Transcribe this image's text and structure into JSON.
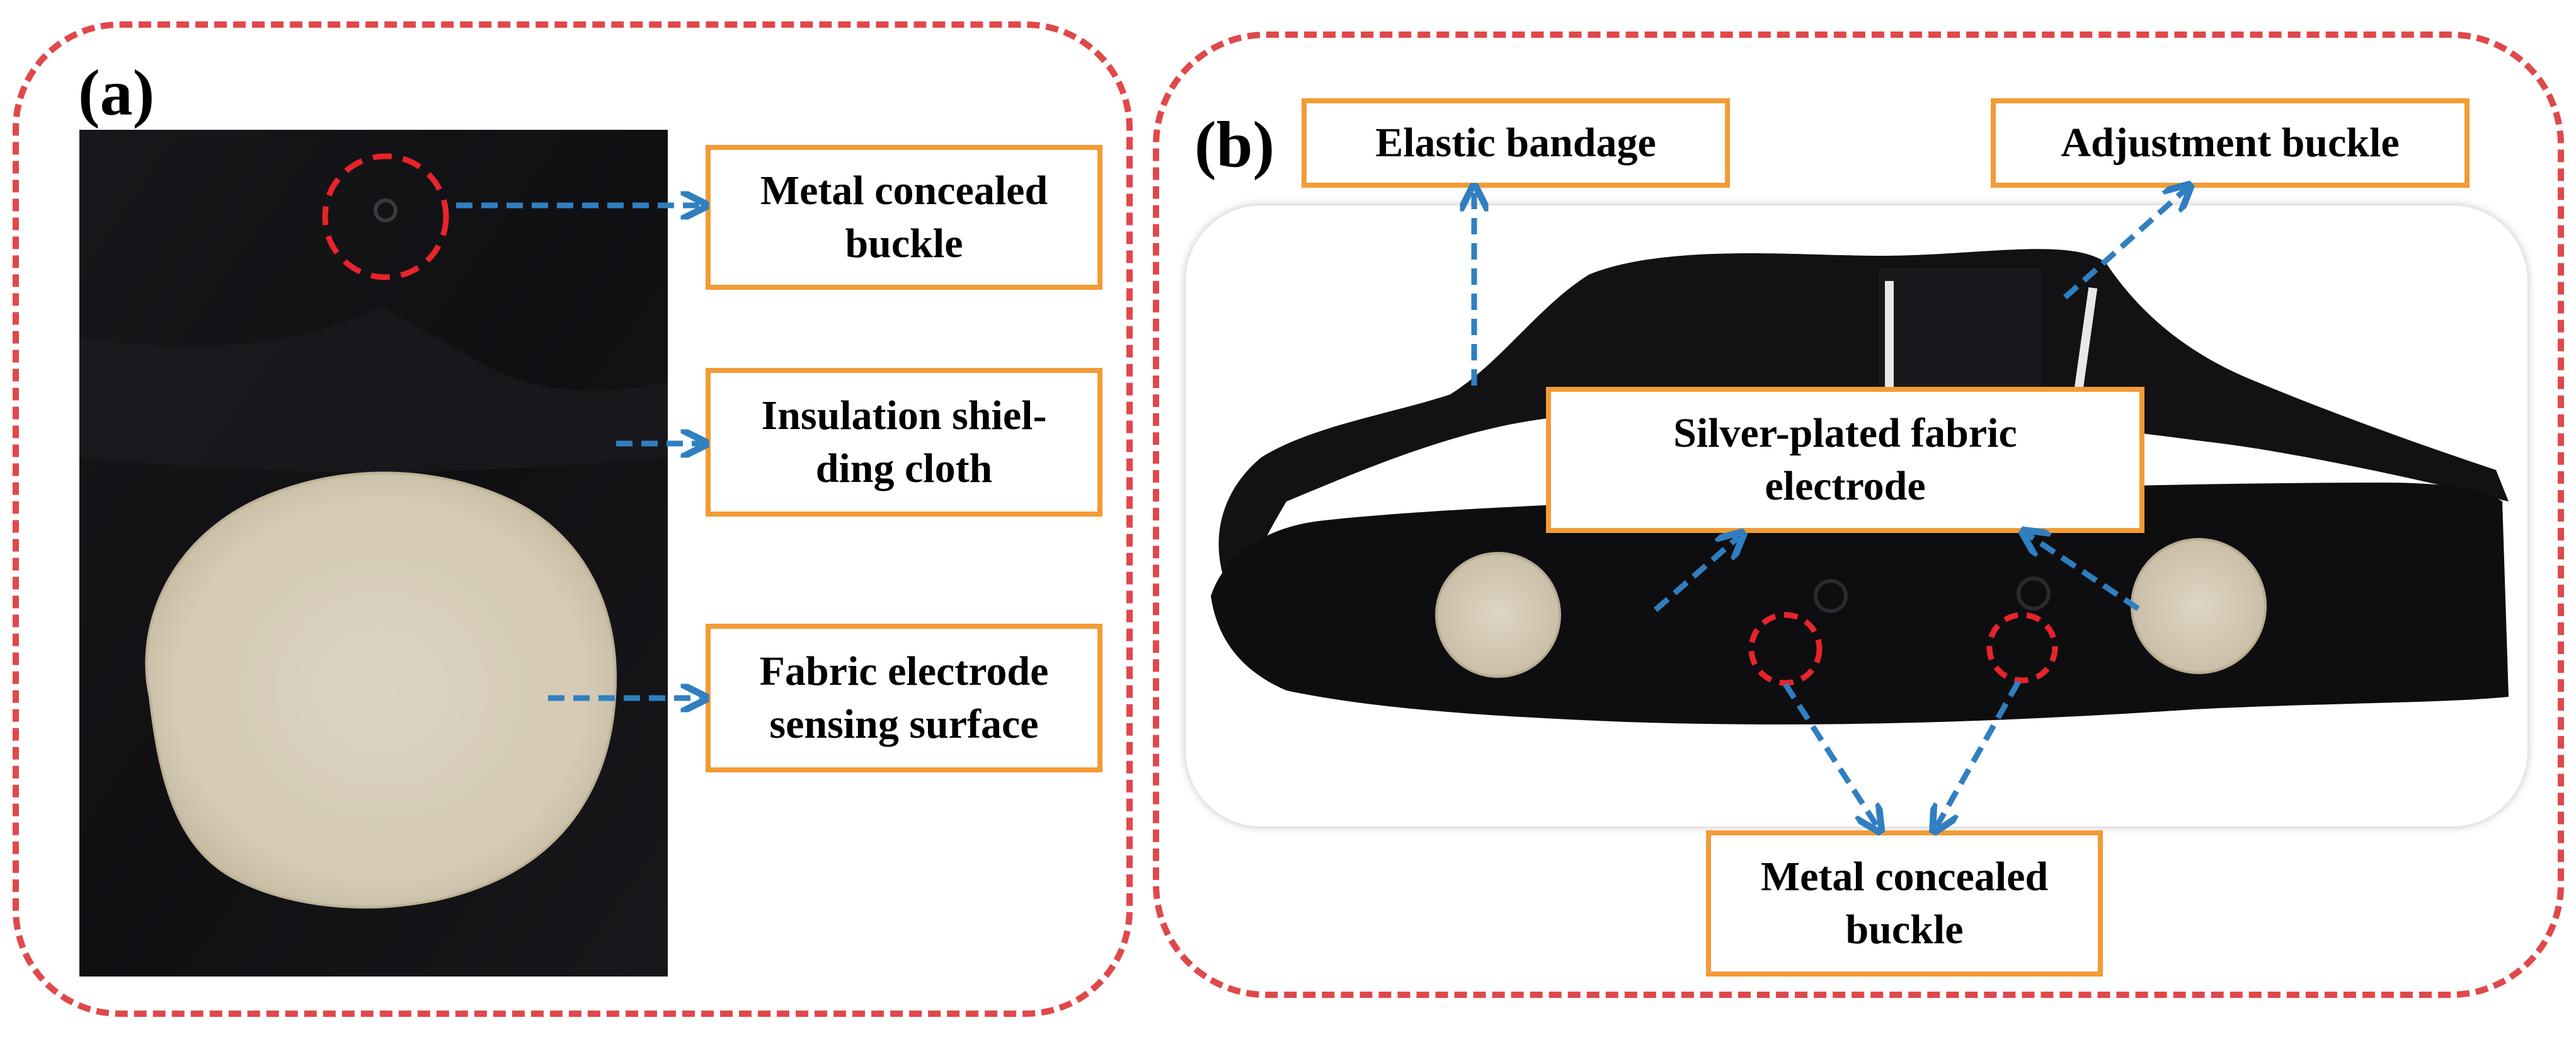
{
  "panels": {
    "a": {
      "letter": "(a)",
      "callouts": {
        "buckle": "Metal concealed\nbuckle",
        "insulation": "Insulation shiel-\nding cloth",
        "sensing": "Fabric electrode\nsensing surface"
      }
    },
    "b": {
      "letter": "(b)",
      "callouts": {
        "bandage": "Elastic bandage",
        "adjustment": "Adjustment buckle",
        "electrode": "Silver-plated fabric\nelectrode",
        "buckle": "Metal concealed\nbuckle"
      }
    }
  },
  "colors": {
    "frame": "#e0484a",
    "callout_border": "#f39b36",
    "arrow": "#2f7fc1",
    "highlight_circle": "#e8242a",
    "fabric_black": "#131316",
    "electrode_beige": "#d9d0bd"
  }
}
